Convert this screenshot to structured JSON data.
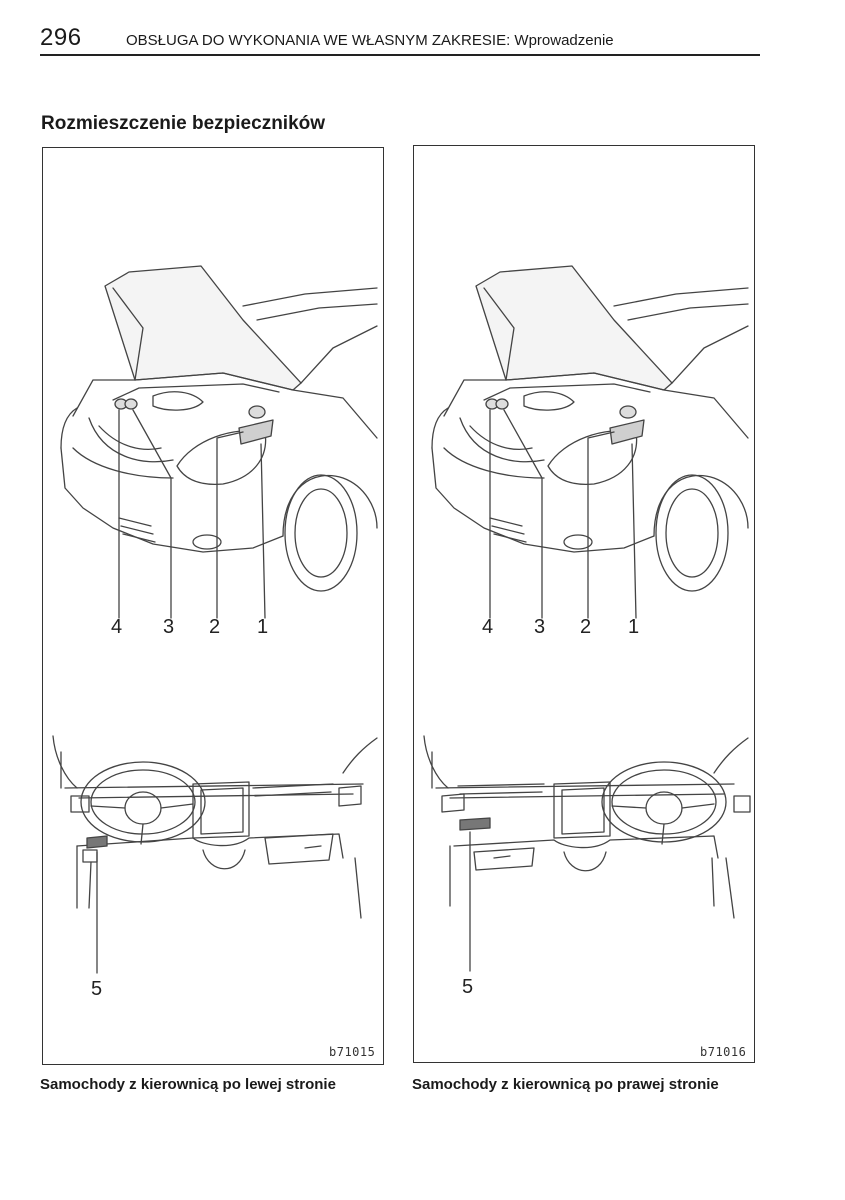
{
  "header": {
    "page_number": "296",
    "running_title": "OBSŁUGA DO WYKONANIA WE WŁASNYM ZAKRESIE: Wprowadzenie"
  },
  "section_title": "Rozmieszczenie bezpieczników",
  "figures": [
    {
      "callouts": [
        "4",
        "3",
        "2",
        "1"
      ],
      "bottom_callout": "5",
      "image_code": "b71015",
      "caption": "Samochody z kierownicą po lewej stronie"
    },
    {
      "callouts": [
        "4",
        "3",
        "2",
        "1"
      ],
      "bottom_callout": "5",
      "image_code": "b71016",
      "caption": "Samochody z kierownicą po prawej stronie"
    }
  ]
}
